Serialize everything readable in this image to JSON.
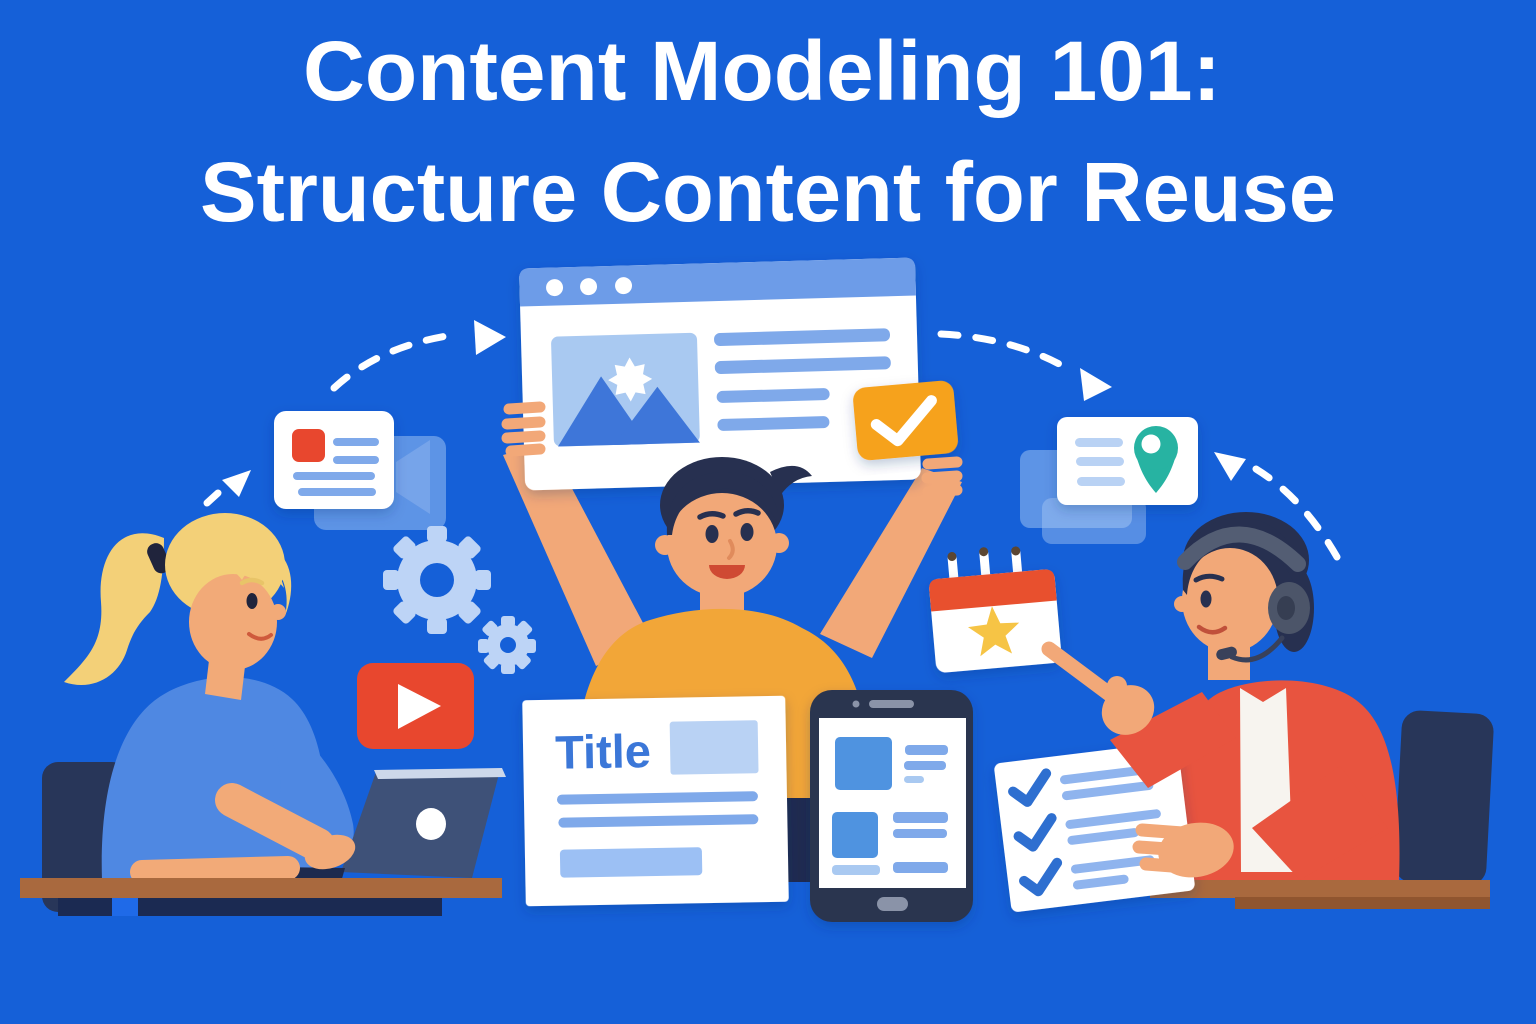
{
  "header": {
    "line1": "Content Modeling 101:",
    "line2": "Structure Content for Reuse",
    "text_color": "#ffffff"
  },
  "cards": {
    "document": {
      "title_label": "Title",
      "title_color": "#3b77d8"
    },
    "browser": {
      "header_color": "#6d9ce8",
      "badge_color": "#f6a21c"
    },
    "article": {
      "accent_color": "#e8472e"
    },
    "location": {
      "pin_color": "#27b3a2"
    },
    "checklist": {
      "check_color": "#2e6fd0"
    },
    "calendar": {
      "header_color": "#e8502e",
      "star_color": "#f6c445"
    }
  },
  "icons": [
    "browser-window-icon",
    "checkmark-badge-icon",
    "image-placeholder-icon",
    "article-card-icon",
    "gear-icon",
    "video-play-icon",
    "calendar-star-icon",
    "location-pin-icon",
    "checklist-icon",
    "tablet-icon",
    "laptop-icon",
    "dashed-flow-arrow-icon"
  ],
  "people": [
    {
      "name": "woman-typing-on-laptop",
      "shirt_color": "#4f88e2",
      "hair_color": "#f3d078"
    },
    {
      "name": "man-holding-browser-window",
      "shirt_color": "#f2a638",
      "hair_color": "#273050"
    },
    {
      "name": "man-with-headset-pointing",
      "jacket_color": "#e8543f",
      "hair_color": "#273050"
    }
  ],
  "palette": {
    "background": "#1560d8",
    "card_white": "#ffffff",
    "line_blue": "#7fa9ea",
    "light_blue": "#a9c9f1",
    "gear_blue": "#bdd4f6",
    "desk_brown": "#a9693e",
    "navy": "#273050",
    "skin": "#f2a878",
    "arrow_white": "#ffffff"
  }
}
